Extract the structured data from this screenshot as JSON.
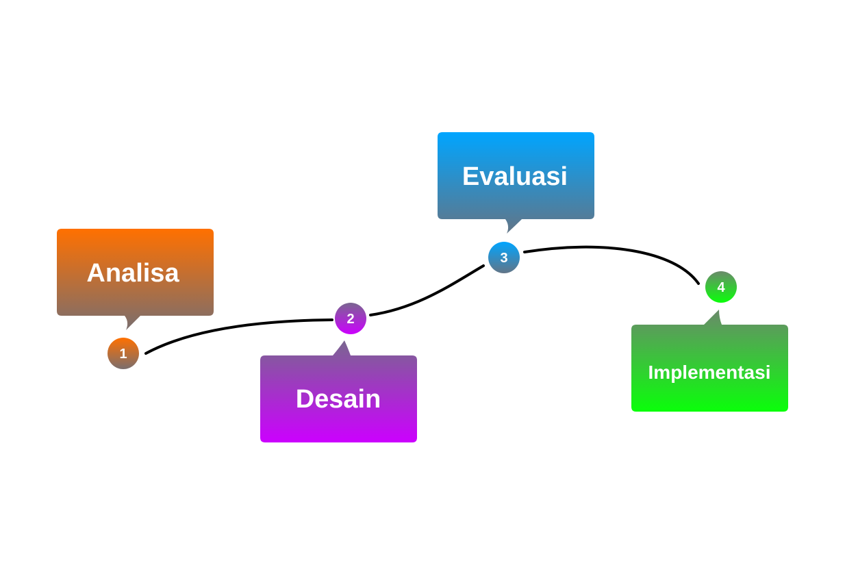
{
  "steps": [
    {
      "number": "1",
      "label": "Analisa",
      "color_top": "#ff7000",
      "color_bottom": "#7a6e6e"
    },
    {
      "number": "2",
      "label": "Desain",
      "color_top": "#7a6690",
      "color_bottom": "#cc00ff"
    },
    {
      "number": "3",
      "label": "Evaluasi",
      "color_top": "#00a5ff",
      "color_bottom": "#627587"
    },
    {
      "number": "4",
      "label": "Implementasi",
      "color_top": "#6a8a6a",
      "color_bottom": "#0aff0a"
    }
  ],
  "line_color": "#000000"
}
